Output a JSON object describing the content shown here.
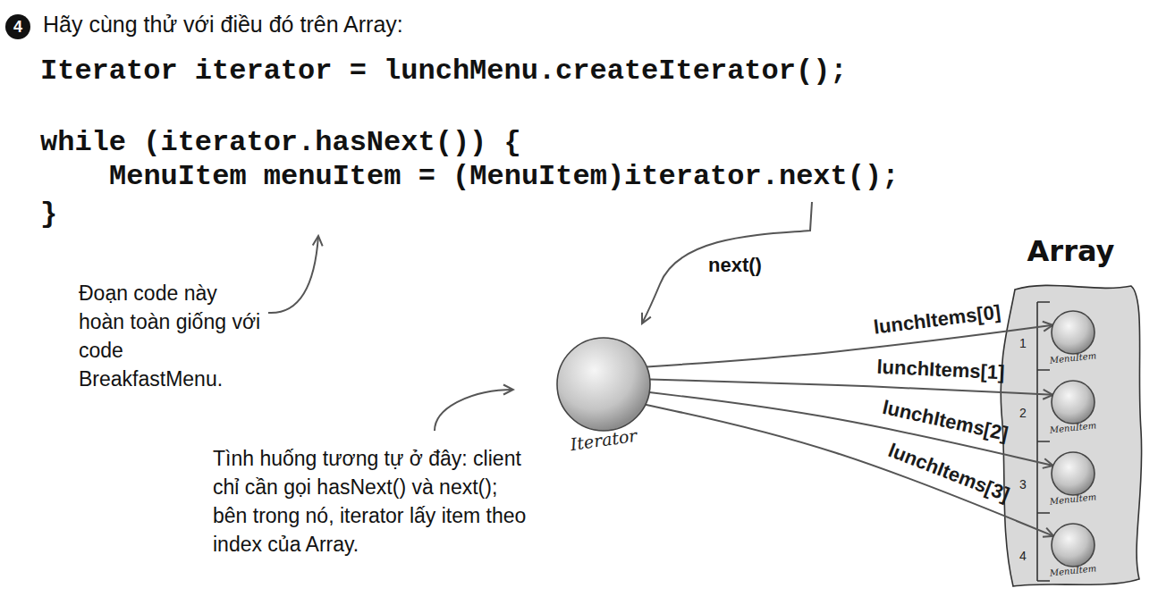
{
  "diagram": {
    "title": "Hãy cùng thử với điều đó trên Array:",
    "nodes": [
      {
        "text": [
          "Iterator"
        ]
      },
      {
        "text": [
          "Array"
        ]
      },
      {
        "text": [
          "MenuItem"
        ],
        "in": 1
      },
      {
        "text": [
          "MenuItem"
        ],
        "in": 1
      },
      {
        "text": [
          "MenuItem"
        ],
        "in": 1
      },
      {
        "text": [
          "MenuItem"
        ],
        "in": 1
      }
    ],
    "edges": [
      {
        "from": 0,
        "to": 2,
        "label": "lunchItems[0]",
        "arrow": "to"
      },
      {
        "from": 0,
        "to": 3,
        "label": "lunchItems[1]",
        "arrow": "to"
      },
      {
        "from": 0,
        "to": 4,
        "label": "lunchItems[2]",
        "arrow": "to"
      },
      {
        "from": 0,
        "to": 5,
        "label": "lunchItems[3]",
        "arrow": "to"
      }
    ],
    "labels": [
      "4",
      "Iterator iterator = lunchMenu.createIterator();",
      "while (iterator.hasNext()) {",
      "MenuItem menuItem = (MenuItem)iterator.next();",
      "}",
      "next()",
      "Đoạn code này hoàn toàn giống với code BreakfastMenu.",
      "Tình huống tương tự ở đây: client chỉ cần gọi hasNext() và next(); bên trong nó, iterator lấy item theo index của Array.",
      "1",
      "2",
      "3",
      "4"
    ]
  }
}
